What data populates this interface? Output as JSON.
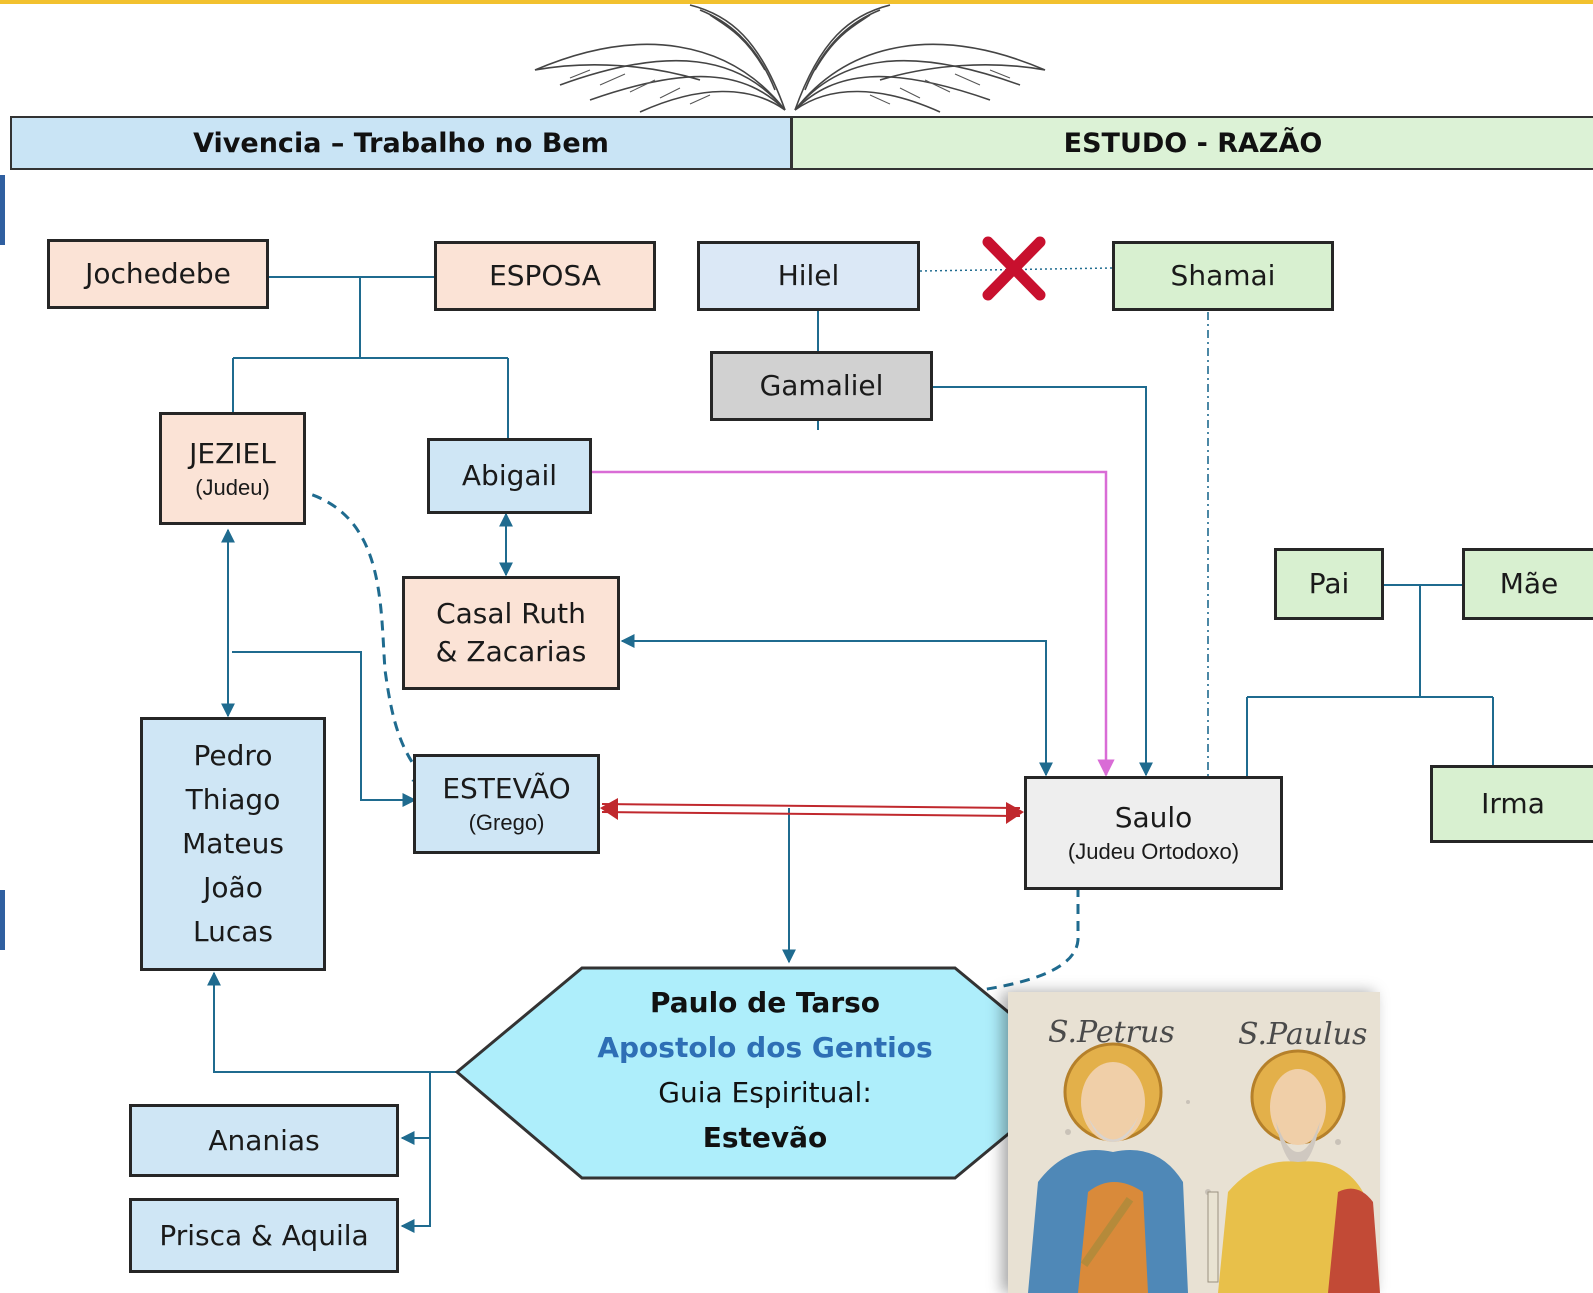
{
  "bands": {
    "left_label": "Vivencia – Trabalho no Bem",
    "right_label": "ESTUDO - RAZÃO"
  },
  "nodes": {
    "jochedebe": "Jochedebe",
    "esposa": "ESPOSA",
    "hilel": "Hilel",
    "shamai": "Shamai",
    "gamaliel": "Gamaliel",
    "jeziel": {
      "name": "JEZIEL",
      "sub": "(Judeu)"
    },
    "abigail": "Abigail",
    "casal_line1": "Casal Ruth",
    "casal_line2": "& Zacarias",
    "apostles": [
      "Pedro",
      "Thiago",
      "Mateus",
      "João",
      "Lucas"
    ],
    "estevao": {
      "name": "ESTEVÃO",
      "sub": "(Grego)"
    },
    "saulo": {
      "name": "Saulo",
      "sub": "(Judeu Ortodoxo)"
    },
    "pai": "Pai",
    "mae": "Mãe",
    "irma": "Irma",
    "ananias": "Ananias",
    "prisca": "Prisca & Aquila"
  },
  "paulo": {
    "name": "Paulo de Tarso",
    "title": "Apostolo dos Gentios",
    "guide_label": "Guia Espiritual:",
    "guide_name": "Estevão"
  },
  "fresco": {
    "left_caption": "S.Petrus",
    "right_caption": "S.Paulus"
  },
  "colors": {
    "connector": "#1f6b8f",
    "pink_arrow": "#d96cd6",
    "red_arrow": "#c0282d",
    "cross": "#c8102e",
    "accent_text": "#2e6fb5"
  }
}
